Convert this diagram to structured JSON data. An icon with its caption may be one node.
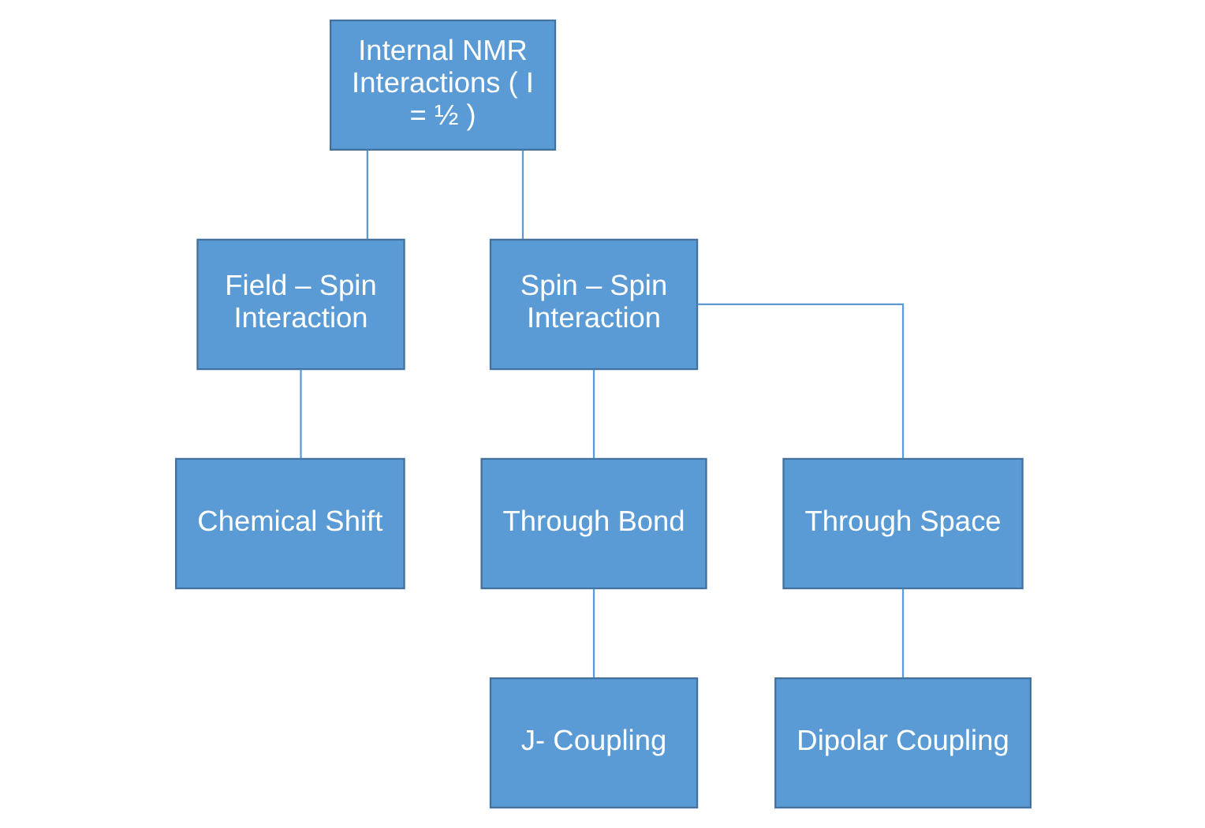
{
  "diagram": {
    "nodes": [
      {
        "text": [
          "Internal NMR Interactions ( I = ½ )"
        ]
      },
      {
        "text": [
          "Field – Spin Interaction"
        ]
      },
      {
        "text": [
          "Spin – Spin Interaction"
        ]
      },
      {
        "text": [
          "Through Bond"
        ]
      },
      {
        "text": [
          "Through Space"
        ]
      },
      {
        "text": [
          "Chemical Shift"
        ]
      },
      {
        "text": [
          "J- Coupling"
        ]
      },
      {
        "text": [
          "Dipolar Coupling"
        ]
      }
    ],
    "edges": [
      {
        "from": 0,
        "to": 1,
        "arrow": "none"
      },
      {
        "from": 0,
        "to": 2,
        "arrow": "none"
      },
      {
        "from": 2,
        "to": 3,
        "arrow": "none"
      },
      {
        "from": 2,
        "to": 4,
        "arrow": "none"
      },
      {
        "from": 1,
        "to": 5,
        "arrow": "none"
      },
      {
        "from": 3,
        "to": 6,
        "arrow": "none"
      },
      {
        "from": 4,
        "to": 7,
        "arrow": "none"
      }
    ]
  }
}
